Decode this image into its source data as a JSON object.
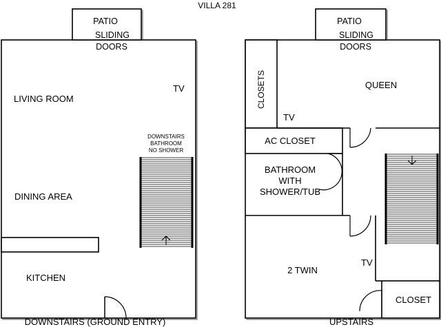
{
  "title": "VILLA 281",
  "downstairs": {
    "caption": "DOWNSTAIRS (GROUND ENTRY)",
    "patio": "PATIO",
    "sliding_doors_line1": "SLIDING",
    "sliding_doors_line2": "DOORS",
    "living_room": "LIVING ROOM",
    "tv": "TV",
    "dining_area": "DINING AREA",
    "kitchen": "KITCHEN",
    "bathroom_note": [
      "DOWNSTAIRS",
      "BATHROOM",
      "NO SHOWER"
    ]
  },
  "upstairs": {
    "caption": "UPSTAIRS",
    "patio": "PATIO",
    "sliding_doors_line1": "SLIDING",
    "sliding_doors_line2": "DOORS",
    "closets": "CLOSETS",
    "queen": "QUEEN",
    "tv_queen": "TV",
    "ac_closet": "AC CLOSET",
    "bathroom": [
      "BATHROOM",
      "WITH",
      "SHOWER/TUB"
    ],
    "two_twin": "2 TWIN",
    "tv_twin": "TV",
    "closet": "CLOSET"
  }
}
